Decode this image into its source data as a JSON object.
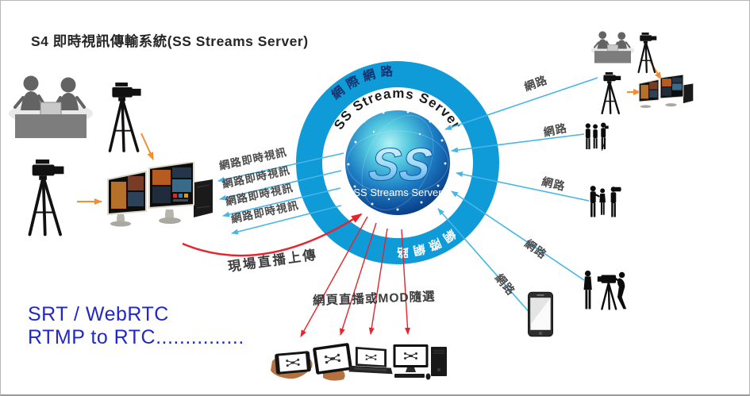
{
  "title": "S4 即時視訊傳輸系統(SS Streams Server)",
  "ring": {
    "internet_top": "網際網路",
    "internet_bottom": "網際網路",
    "server_arc": "SS Streams Server"
  },
  "globe": {
    "logo": "SS",
    "caption": "SS Streams Server"
  },
  "incoming_left": {
    "labels": [
      "網路即時視訊",
      "網路即時視訊",
      "網路即時視訊",
      "網路即時視訊"
    ]
  },
  "network_right": {
    "labels": [
      "網路",
      "網路",
      "網路",
      "網路",
      "網路"
    ]
  },
  "upload_label": "現場直播上傳",
  "distribution_label": "網頁直播或MOD隨選",
  "protocols": {
    "line1": "SRT / WebRTC",
    "line2": "RTMP to RTC..............."
  },
  "colors": {
    "ring_blue": "#0f9ad8",
    "line_blue": "#45b6e8",
    "arrow_red": "#e8232b",
    "arrow_orange": "#ef8f35",
    "ring_text_navy": "#17336f",
    "protocol_blue": "#2228c8",
    "label_gray": "#4a4a4a"
  }
}
